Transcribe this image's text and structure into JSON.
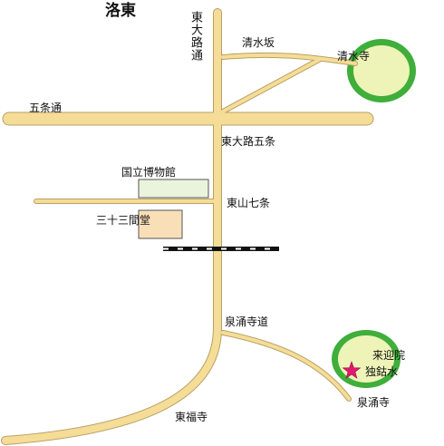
{
  "map": {
    "title": "洛東",
    "labels": {
      "higashioji_dori": "東大路通",
      "gojo_dori": "五条通",
      "higashioji_gojo": "東大路五条",
      "kiyomizu_zaka": "清水坂",
      "kiyomizu_dera": "清水寺",
      "national_museum": "国立博物館",
      "higashiyama_shichijo": "東山七条",
      "sanjusangendo": "三十三間堂",
      "sennyuji_michi": "泉涌寺道",
      "raigoin": "来迎院",
      "dokkosui": "独鈷水",
      "sennyuji": "泉涌寺",
      "tofukuji": "東福寺"
    },
    "colors": {
      "road_fill": "#f5dd98",
      "road_edge": "#b8a064",
      "grove_outer": "#3fae3b",
      "grove_inner": "#eef4b8",
      "museum_fill": "#eaf3dc",
      "sanjusangendo_fill": "#f9dfb8",
      "star": "#e0196f",
      "rail": "#111111"
    }
  }
}
